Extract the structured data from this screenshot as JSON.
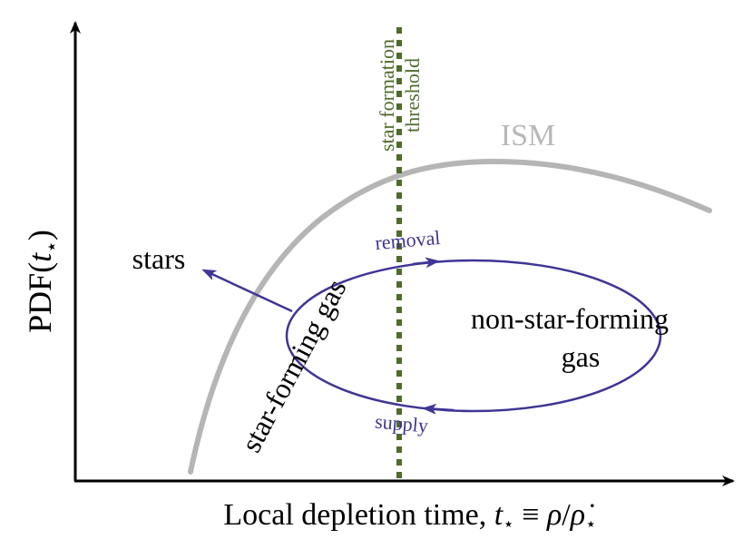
{
  "axes": {
    "y_label_main": "PDF",
    "y_label_arg": "t",
    "y_label_star": "⋆",
    "x_label_main": "Local depletion time, ",
    "x_label_math_t": "t",
    "x_label_star": "⋆",
    "x_label_equiv": " ≡ ",
    "x_label_rho": "ρ",
    "x_label_slash": "/",
    "x_label_rhodot": "ρ̇",
    "x_label_star2": "⋆"
  },
  "curve": {
    "label": "ISM",
    "color": "#b5b5b5"
  },
  "threshold": {
    "line1": "star formation",
    "line2": "threshold",
    "color": "#4f6b2b"
  },
  "cycle": {
    "color": "#3f3594",
    "removal_label": "removal",
    "supply_label": "supply",
    "star_forming_label": "star-forming gas",
    "non_star_forming_line1": "non-star-forming",
    "non_star_forming_line2": "gas"
  },
  "stars": {
    "label": "stars"
  }
}
